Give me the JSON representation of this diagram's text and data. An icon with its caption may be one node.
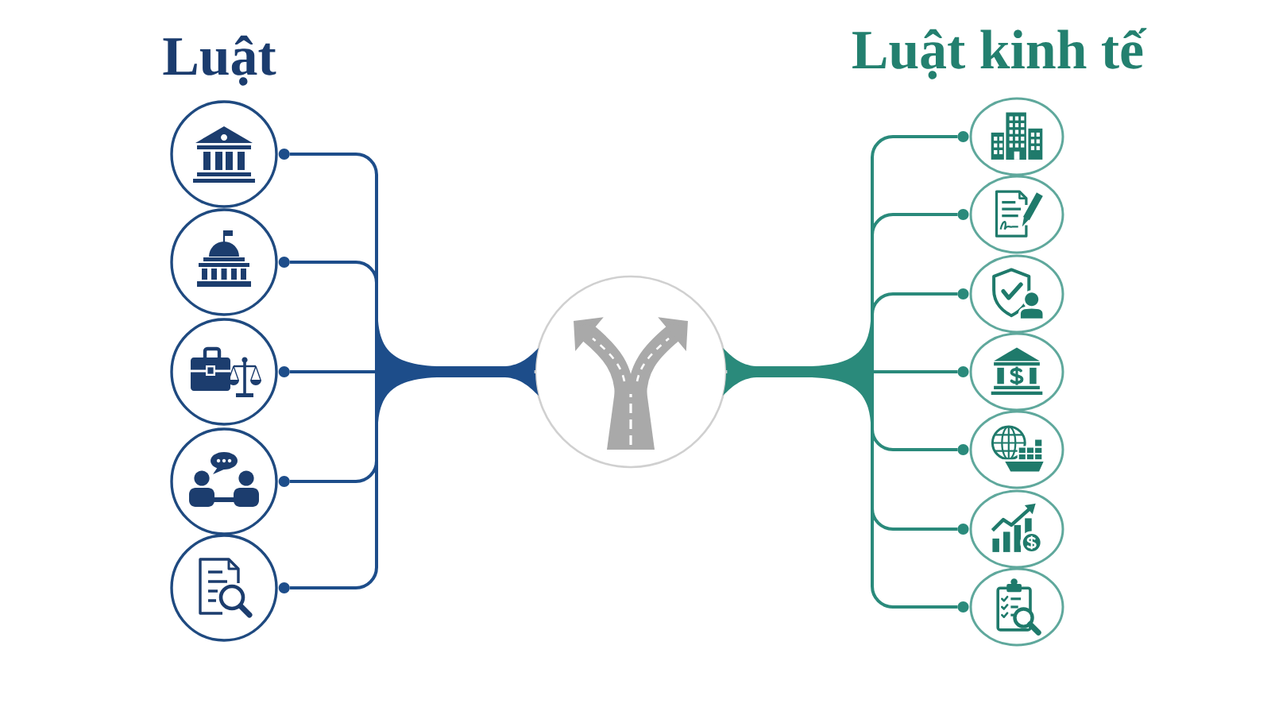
{
  "diagram": {
    "nodes": [
      {
        "text": [],
        "shape": "picture"
      },
      {
        "text": [],
        "shape": "picture"
      },
      {
        "text": [],
        "shape": "picture"
      },
      {
        "text": [],
        "shape": "picture"
      },
      {
        "text": [],
        "shape": "picture"
      },
      {
        "text": [],
        "shape": "picture"
      },
      {
        "text": [],
        "shape": "picture"
      },
      {
        "text": [],
        "shape": "picture"
      },
      {
        "text": [],
        "shape": "picture"
      },
      {
        "text": [],
        "shape": "picture"
      },
      {
        "text": [],
        "shape": "picture"
      },
      {
        "text": [],
        "shape": "picture"
      },
      {
        "text": [],
        "shape": "picture"
      }
    ],
    "edges": [
      {
        "from": 5,
        "to": 0,
        "arrow": "other",
        "color": "#1d4d8a"
      },
      {
        "from": 5,
        "to": 1,
        "arrow": "other",
        "color": "#1d4d8a"
      },
      {
        "from": 5,
        "to": 2,
        "arrow": "other",
        "color": "#1d4d8a"
      },
      {
        "from": 5,
        "to": 3,
        "arrow": "other",
        "color": "#1d4d8a"
      },
      {
        "from": 5,
        "to": 4,
        "arrow": "other",
        "color": "#1d4d8a"
      },
      {
        "from": 5,
        "to": 6,
        "arrow": "other"
      },
      {
        "from": 5,
        "to": 7,
        "arrow": "other"
      },
      {
        "from": 5,
        "to": 8,
        "arrow": "other"
      },
      {
        "from": 5,
        "to": 9,
        "arrow": "other"
      },
      {
        "from": 5,
        "to": 10,
        "arrow": "other"
      },
      {
        "from": 5,
        "to": 11,
        "arrow": "other"
      },
      {
        "from": 5,
        "to": 12,
        "arrow": "other"
      }
    ],
    "labels": [
      "Luật",
      "Luật kinh tế"
    ]
  }
}
